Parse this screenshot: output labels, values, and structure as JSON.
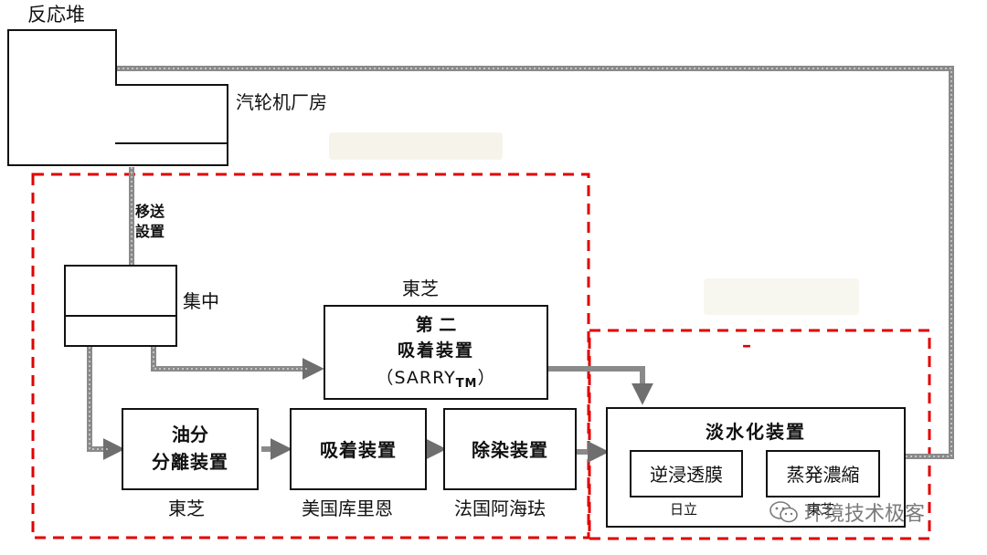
{
  "reactor": {
    "label": "反応堆"
  },
  "turbine": {
    "label": "汽轮机厂房"
  },
  "transfer": {
    "line1": "移送",
    "line2": "設置"
  },
  "concentration": {
    "label": "集中"
  },
  "sarry": {
    "vendor": "東芝",
    "line1": "第 二",
    "line2": "吸着装置",
    "line3_main": "（SARRY",
    "line3_sub": "TM",
    "line3_end": "）"
  },
  "oil_separator": {
    "line1": "油分",
    "line2": "分離装置",
    "vendor": "東芝"
  },
  "adsorption": {
    "label": "吸着装置",
    "vendor": "美国库里恩"
  },
  "decontamination": {
    "label": "除染装置",
    "vendor": "法国阿海珐"
  },
  "desalination": {
    "title": "淡水化装置",
    "dash": "–",
    "ro": {
      "label": "逆浸透膜",
      "vendor": "日立"
    },
    "evap": {
      "label": "蒸発濃縮",
      "vendor": "東芝"
    }
  },
  "watermark": {
    "text": "环境技术极客"
  },
  "colors": {
    "arrow": "#8a8a8a",
    "dashed_border": "#e00000",
    "line": "#111111",
    "watermark": "#5a5a5a"
  }
}
